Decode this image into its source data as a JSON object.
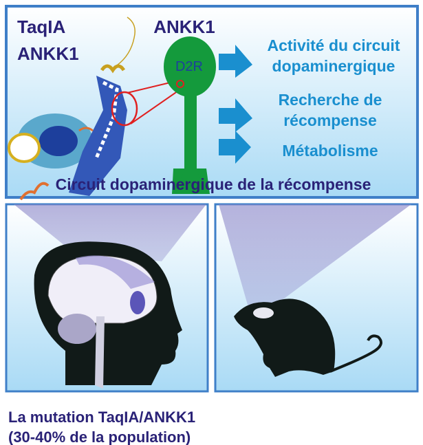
{
  "top_panel": {
    "protein_label_line1": "TaqIA",
    "protein_label_line2": "ANKK1",
    "neuron_title": "ANKK1",
    "receptor_label": "D2R",
    "effects": [
      {
        "line1": "Activité du circuit",
        "line2": "dopaminergique"
      },
      {
        "line1": "Recherche de",
        "line2": "récompense"
      },
      {
        "line1": "Métabolisme",
        "line2": ""
      }
    ],
    "caption": "Circuit dopaminergique de la récompense"
  },
  "bottom": {
    "human_caption_line1": "La mutation TaqIA/ANKK1",
    "human_caption_line2": "(30-40% de la population)"
  },
  "colors": {
    "navy": "#2a2277",
    "cyan": "#1a8fcf",
    "neuron_green": "#149a3c",
    "frame_blue": "#3f7fc8",
    "highlight_red": "#e02020"
  }
}
